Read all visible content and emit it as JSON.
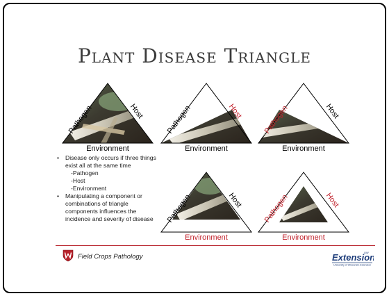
{
  "title": "Plant Disease Triangle",
  "labels": {
    "pathogen": "Pathogen",
    "host": "Host",
    "environment": "Environment"
  },
  "bullets": {
    "b1": "Disease only occurs if three things exist all at the same time",
    "s1": "-Pathogen",
    "s2": "-Host",
    "s3": "-Environment",
    "b2": "Manipulating a component or combinations of triangle components influences the incidence and severity of disease"
  },
  "footer": {
    "org": "Field Crops Pathology",
    "logo_small": "UW",
    "logo_main": "Extension",
    "logo_sub": "University of Wisconsin-Extension"
  },
  "colors": {
    "black_label": "#000000",
    "red_label": "#c0202a",
    "accent_line": "#b8222b",
    "extension_blue": "#1e3d7a"
  }
}
